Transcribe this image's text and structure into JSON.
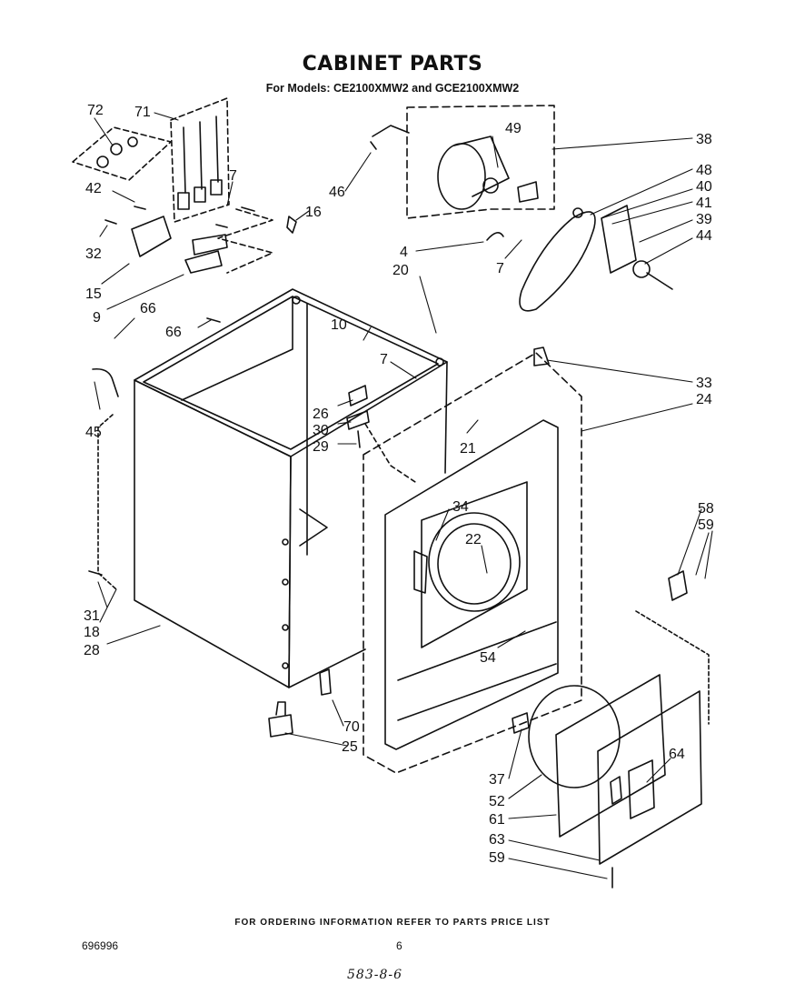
{
  "header": {
    "title": "CABINET PARTS",
    "subtitle": "For Models: CE2100XMW2 and GCE2100XMW2"
  },
  "callouts": [
    "72",
    "71",
    "7",
    "42",
    "16",
    "32",
    "15",
    "9",
    "66",
    "66",
    "10",
    "20",
    "7",
    "26",
    "30",
    "29",
    "21",
    "45",
    "31",
    "18",
    "28",
    "34",
    "22",
    "54",
    "70",
    "25",
    "46",
    "49",
    "38",
    "48",
    "40",
    "41",
    "39",
    "44",
    "4",
    "7",
    "33",
    "24",
    "58",
    "59",
    "64",
    "37",
    "52",
    "61",
    "63",
    "59"
  ],
  "footer": {
    "ordering_note": "FOR ORDERING INFORMATION REFER TO PARTS PRICE LIST",
    "doc_number": "696996",
    "page_number": "6",
    "handwritten_note": "583-8-6"
  },
  "colors": {
    "ink": "#111111",
    "paper": "#ffffff"
  }
}
